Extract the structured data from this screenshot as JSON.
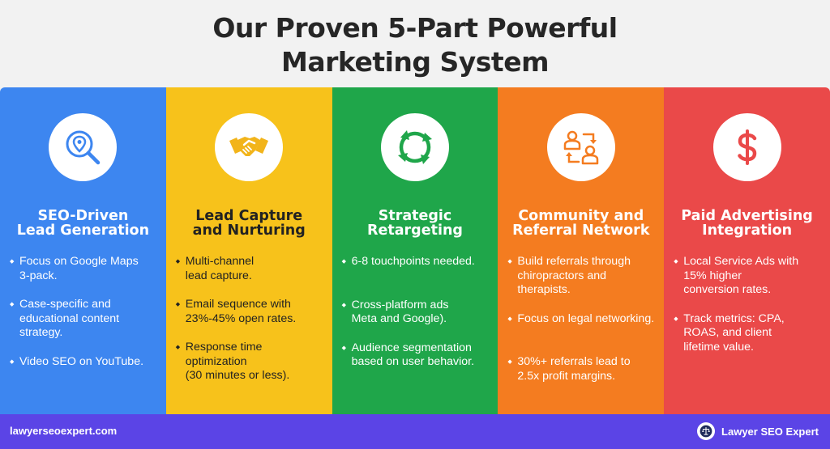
{
  "header": {
    "title_line1": "Our Proven 5-Part Powerful",
    "title_line2": "Marketing System"
  },
  "columns": [
    {
      "color": "#3d86f0",
      "text_color": "#ffffff",
      "icon": "map-pin-search-icon",
      "heading": [
        "SEO-Driven",
        "Lead Generation"
      ],
      "bullets": [
        [
          "Focus on Google Maps",
          "3-pack."
        ],
        [
          "Case-specific and",
          "educational content",
          "strategy."
        ],
        [
          "Video SEO on YouTube."
        ]
      ]
    },
    {
      "color": "#f7c21b",
      "text_color": "#222222",
      "icon": "handshake-icon",
      "heading": [
        "Lead Capture",
        "and Nurturing"
      ],
      "bullets": [
        [
          "Multi-channel",
          "lead capture."
        ],
        [
          "Email sequence with",
          "23%-45% open rates."
        ],
        [
          "Response time",
          "optimization",
          "(30 minutes or less)."
        ]
      ]
    },
    {
      "color": "#1fa64a",
      "text_color": "#ffffff",
      "icon": "refresh-arrows-icon",
      "heading": [
        "Strategic",
        "Retargeting"
      ],
      "bullets": [
        [
          "6-8 touchpoints needed."
        ],
        [
          "Cross-platform ads",
          "Meta and Google)."
        ],
        [
          "Audience segmentation",
          "based on user behavior."
        ]
      ]
    },
    {
      "color": "#f47c20",
      "text_color": "#ffffff",
      "icon": "referral-people-icon",
      "heading": [
        "Community and",
        "Referral Network"
      ],
      "bullets": [
        [
          "Build referrals through",
          "chiropractors and",
          "therapists."
        ],
        [
          "Focus on legal networking."
        ],
        [
          "30%+ referrals lead to",
          "2.5x profit margins."
        ]
      ]
    },
    {
      "color": "#ea4949",
      "text_color": "#ffffff",
      "icon": "dollar-sign-icon",
      "heading": [
        "Paid Advertising",
        "Integration"
      ],
      "bullets": [
        [
          "Local Service Ads with",
          "15% higher",
          "conversion rates."
        ],
        [
          "Track metrics: CPA,",
          "ROAS, and client",
          "lifetime value."
        ]
      ]
    }
  ],
  "footer": {
    "site": "lawyerseoexpert.com",
    "brand": "Lawyer SEO Expert",
    "color": "#5b44e6"
  }
}
